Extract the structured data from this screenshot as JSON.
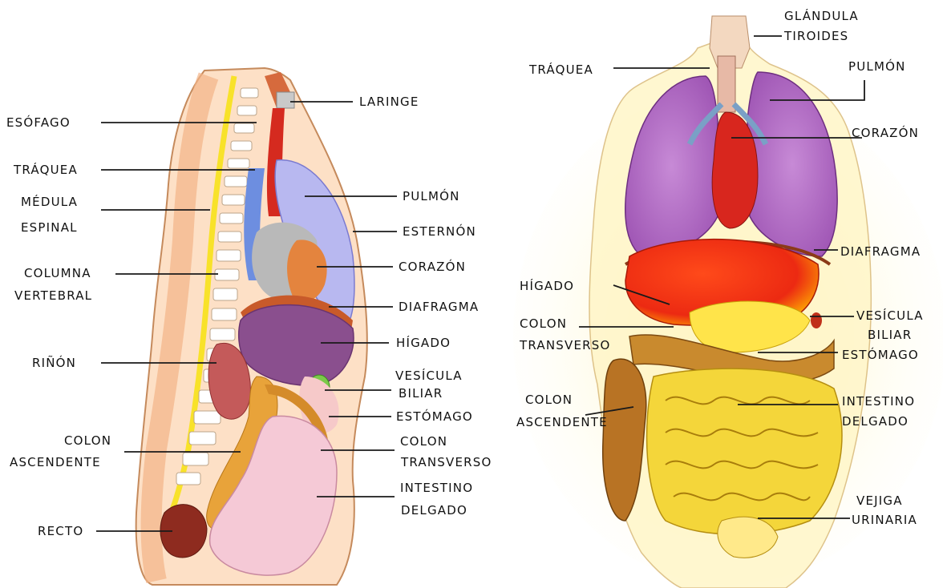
{
  "left": {
    "labels": {
      "esofago": "ESÓFAGO",
      "traquea": "TRÁQUEA",
      "medula_1": "MÉDULA",
      "medula_2": "ESPINAL",
      "columna_1": "COLUMNA",
      "columna_2": "VERTEBRAL",
      "rinon": "RIÑÓN",
      "colon_asc_1": "COLON",
      "colon_asc_2": "ASCENDENTE",
      "recto": "RECTO",
      "laringe": "LARINGE",
      "pulmon": "PULMÓN",
      "esternon": "ESTERNÓN",
      "corazon": "CORAZÓN",
      "diafragma": "DIAFRAGMA",
      "higado": "HÍGADO",
      "vesicula_1": "VESÍCULA",
      "vesicula_2": "BILIAR",
      "estomago": "ESTÓMAGO",
      "colon_trans_1": "COLON",
      "colon_trans_2": "TRANSVERSO",
      "intestino_1": "INTESTINO",
      "intestino_2": "DELGADO"
    }
  },
  "right": {
    "labels": {
      "glandula_1": "GLÁNDULA",
      "glandula_2": "TIROIDES",
      "traquea": "TRÁQUEA",
      "pulmon": "PULMÓN",
      "corazon": "CORAZÓN",
      "diafragma": "DIAFRAGMA",
      "higado": "HÍGADO",
      "vesicula_1": "VESÍCULA",
      "vesicula_2": "BILIAR",
      "colon_trans_1": "COLON",
      "colon_trans_2": "TRANSVERSO",
      "estomago": "ESTÓMAGO",
      "colon_asc_1": "COLON",
      "colon_asc_2": "ASCENDENTE",
      "intestino_1": "INTESTINO",
      "intestino_2": "DELGADO",
      "vejiga_1": "VEJIGA",
      "vejiga_2": "URINARIA"
    }
  }
}
